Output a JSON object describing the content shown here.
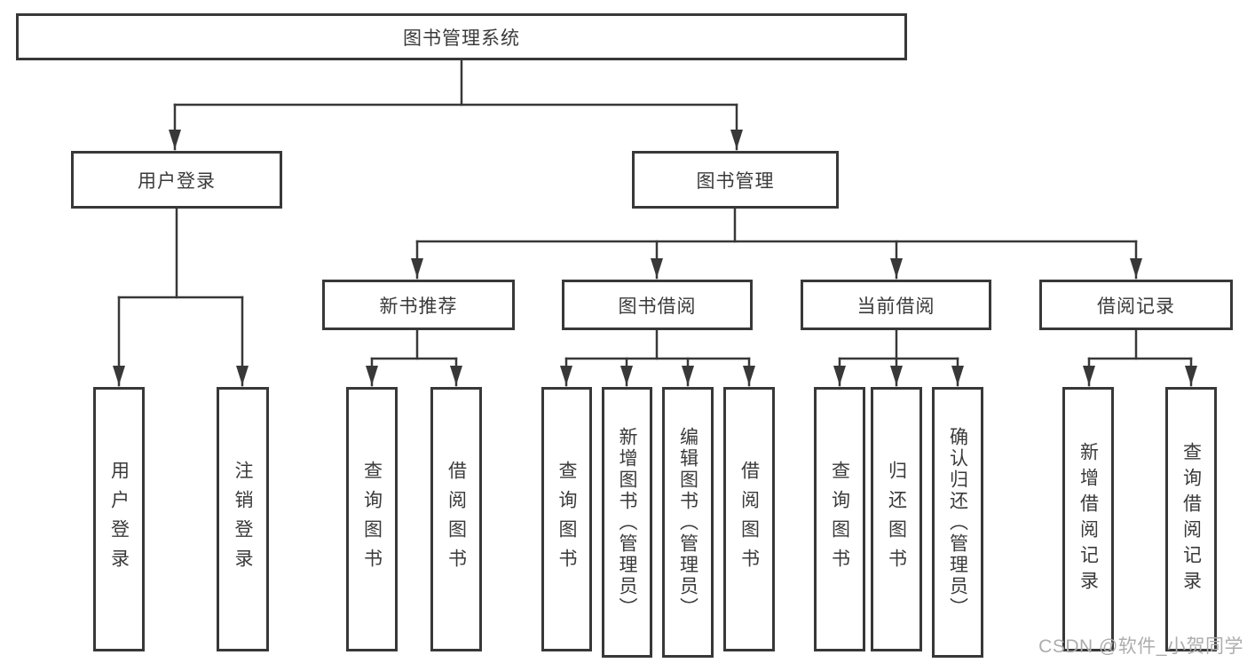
{
  "tree": {
    "label": "图书管理系统",
    "children": [
      {
        "label": "用户登录",
        "children": [
          {
            "label": "用户登录"
          },
          {
            "label": "注销登录"
          }
        ]
      },
      {
        "label": "图书管理",
        "children": [
          {
            "label": "新书推荐",
            "children": [
              {
                "label": "查询图书"
              },
              {
                "label": "借阅图书"
              }
            ]
          },
          {
            "label": "图书借阅",
            "children": [
              {
                "label": "查询图书"
              },
              {
                "label": "新增图书（管理员）"
              },
              {
                "label": "编辑图书（管理员）"
              },
              {
                "label": "借阅图书"
              }
            ]
          },
          {
            "label": "当前借阅",
            "children": [
              {
                "label": "查询图书"
              },
              {
                "label": "归还图书"
              },
              {
                "label": "确认归还（管理员）"
              }
            ]
          },
          {
            "label": "借阅记录",
            "children": [
              {
                "label": "新增借阅记录"
              },
              {
                "label": "查询借阅记录"
              }
            ]
          }
        ]
      }
    ]
  },
  "watermark": {
    "text": "CSDN @软件_小贺同学"
  },
  "colors": {
    "line": "#383838",
    "text": "#3a3a3a",
    "watermark": "#adadad",
    "background": "#ffffff"
  }
}
